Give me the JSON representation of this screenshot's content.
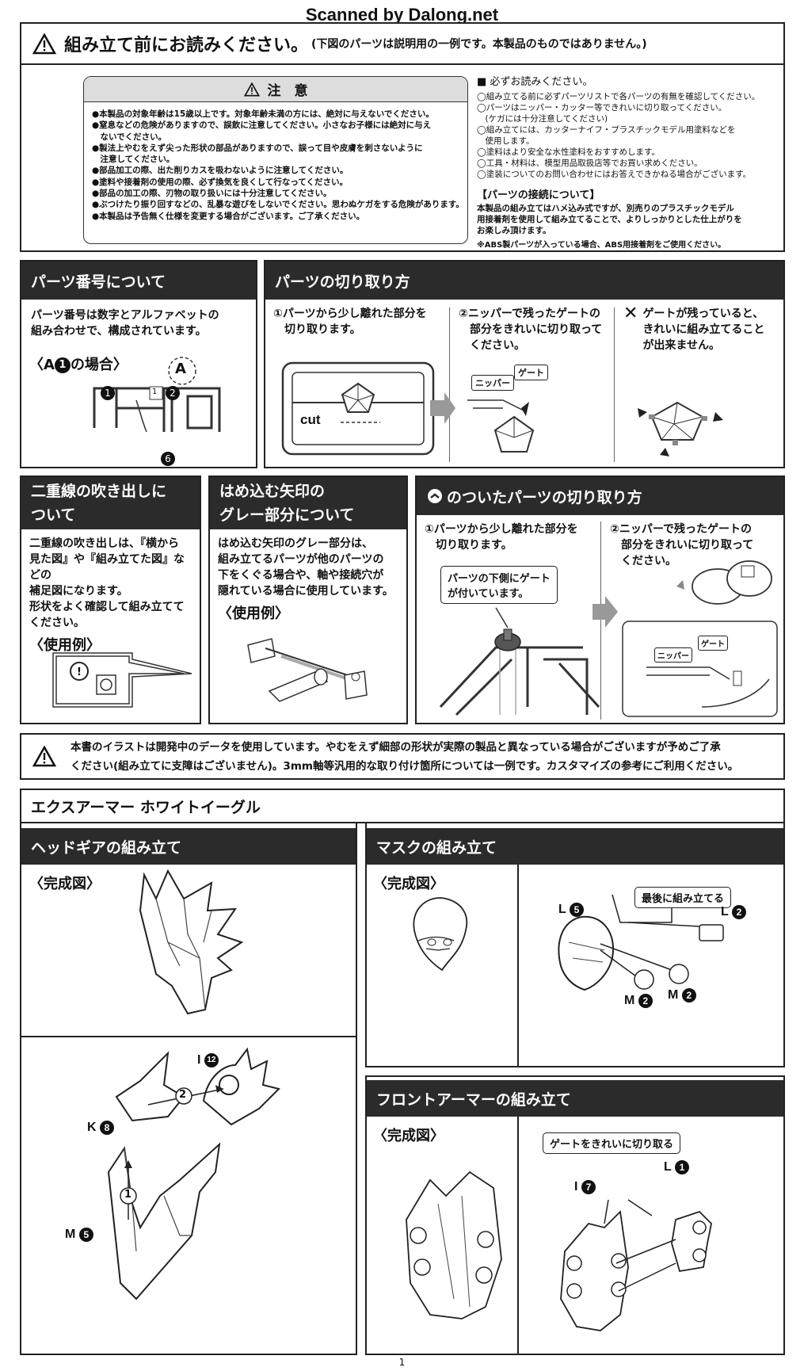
{
  "watermark": "Scanned by Dalong.net",
  "top_notice": {
    "title": "組み立て前にお読みください。",
    "subtitle": "(下図のパーツは説明用の一例です。本製品のものではありません。)"
  },
  "caution": {
    "title": "注　意",
    "items": [
      "●本製品の対象年齢は15歳以上です。対象年齢未満の方には、絶対に与えないでください。",
      "●窒息などの危険がありますので、誤飲に注意してください。小さなお子様には絶対に与え",
      "　ないでください。",
      "●製法上やむをえず尖った形状の部品がありますので、誤って目や皮膚を刺さないように",
      "　注意してください。",
      "●部品加工の際、出た削りカスを吸わないように注意してください。",
      "●塗料や接着剤の使用の際、必ず換気を良くして行なってください。",
      "●部品の加工の際、刃物の取り扱いには十分注意してください。",
      "●ぶつけたり振り回すなどの、乱暴な遊びをしないでください。思わぬケガをする危険があります。",
      "●本製品は予告無く仕様を変更する場合がございます。ご了承ください。"
    ]
  },
  "must_read": {
    "title": "■ 必ずお読みください。",
    "items": [
      "◯組み立てる前に必ずパーツリストで各パーツの有無を確認してください。",
      "◯パーツはニッパー・カッター等できれいに切り取ってください。",
      "　(ケガには十分注意してください)",
      "◯組み立てには、カッターナイフ・プラスチックモデル用塗料などを",
      "　使用します。",
      "◯塗料はより安全な水性塗料をおすすめします。",
      "◯工具・材料は、模型用品取扱店等でお買い求めください。",
      "◯塗装についてのお問い合わせにはお答えできかねる場合がございます。"
    ],
    "joint_title": "【パーツの接続について】",
    "joint_lines": [
      "本製品の組み立てはハメ込み式ですが、別売りのプラスチックモデル",
      "用接着剤を使用して組み立てることで、よりしっかりとした仕上がりを",
      "お楽しみ頂けます。"
    ],
    "abs_note": "※ABS製パーツが入っている場合、ABS用接着剤をご使用ください。"
  },
  "part_number": {
    "header": "パーツ番号について",
    "lines": [
      "パーツ番号は数字とアルファベットの",
      "組み合わせで、構成されています。"
    ],
    "example_prefix": "〈A",
    "example_num": "1",
    "example_suffix": "の場合〉",
    "runner_letter": "A",
    "labels": [
      "1",
      "1",
      "2",
      "6"
    ]
  },
  "cutting": {
    "header": "パーツの切り取り方",
    "step1": [
      "①パーツから少し離れた部分を",
      "　切り取ります。"
    ],
    "cut_label": "cut",
    "step2": [
      "②ニッパーで残ったゲートの",
      "　部分をきれいに切り取って",
      "　ください。"
    ],
    "nipper": "ニッパー",
    "gate": "ゲート",
    "ng_mark": "✕",
    "ng": [
      "ゲートが残っていると、",
      "きれいに組み立てること",
      "が出来ません。"
    ]
  },
  "double_line": {
    "header": [
      "二重線の吹き出しに",
      "ついて"
    ],
    "lines": [
      "二重線の吹き出しは、『横から",
      "見た図』や『組み立てた図』などの",
      "補足図になります。",
      "形状をよく確認して組み立てて",
      "ください。"
    ],
    "example": "〈使用例〉"
  },
  "gray_arrow": {
    "header": [
      "はめ込む矢印の",
      "グレー部分について"
    ],
    "lines": [
      "はめ込む矢印のグレー部分は、",
      "組み立てるパーツが他のパーツの",
      "下をくぐる場合や、軸や接続穴が",
      "隠れている場合に使用しています。"
    ],
    "example": "〈使用例〉"
  },
  "marked_parts": {
    "header": "のついたパーツの切り取り方",
    "step1": [
      "①パーツから少し離れた部分を",
      "　切り取ります。"
    ],
    "callout": [
      "パーツの下側にゲート",
      "が付いています。"
    ],
    "step2": [
      "②ニッパーで残ったゲートの",
      "　部分をきれいに切り取って",
      "　ください。"
    ],
    "nipper": "ニッパー",
    "gate": "ゲート"
  },
  "bottom_notice": [
    "本書のイラストは開発中のデータを使用しています。やむをえず細部の形状が実際の製品と異なっている場合がございますが予めご了承",
    "ください(組み立てに支障はございません)。3mm軸等汎用的な取り付け箇所については一例です。カスタマイズの参考にご利用ください。"
  ],
  "assembly": {
    "title": "エクスアーマー ホワイトイーグル",
    "headgear": {
      "header": "ヘッドギアの組み立て",
      "complete": "〈完成図〉",
      "parts": [
        {
          "letter": "I",
          "num": "12"
        },
        {
          "letter": "K",
          "num": "8"
        },
        {
          "letter": "M",
          "num": "5"
        }
      ],
      "steps": [
        "2",
        "1"
      ]
    },
    "mask": {
      "header": "マスクの組み立て",
      "complete": "〈完成図〉",
      "callout": "最後に組み立てる",
      "parts": [
        {
          "letter": "L",
          "num": "5"
        },
        {
          "letter": "L",
          "num": "2"
        },
        {
          "letter": "M",
          "num": "2"
        },
        {
          "letter": "M",
          "num": "2"
        }
      ]
    },
    "front": {
      "header": "フロントアーマーの組み立て",
      "complete": "〈完成図〉",
      "callout": "ゲートをきれいに切り取る",
      "parts": [
        {
          "letter": "L",
          "num": "1"
        },
        {
          "letter": "I",
          "num": "7"
        }
      ]
    }
  },
  "page_number": "1"
}
